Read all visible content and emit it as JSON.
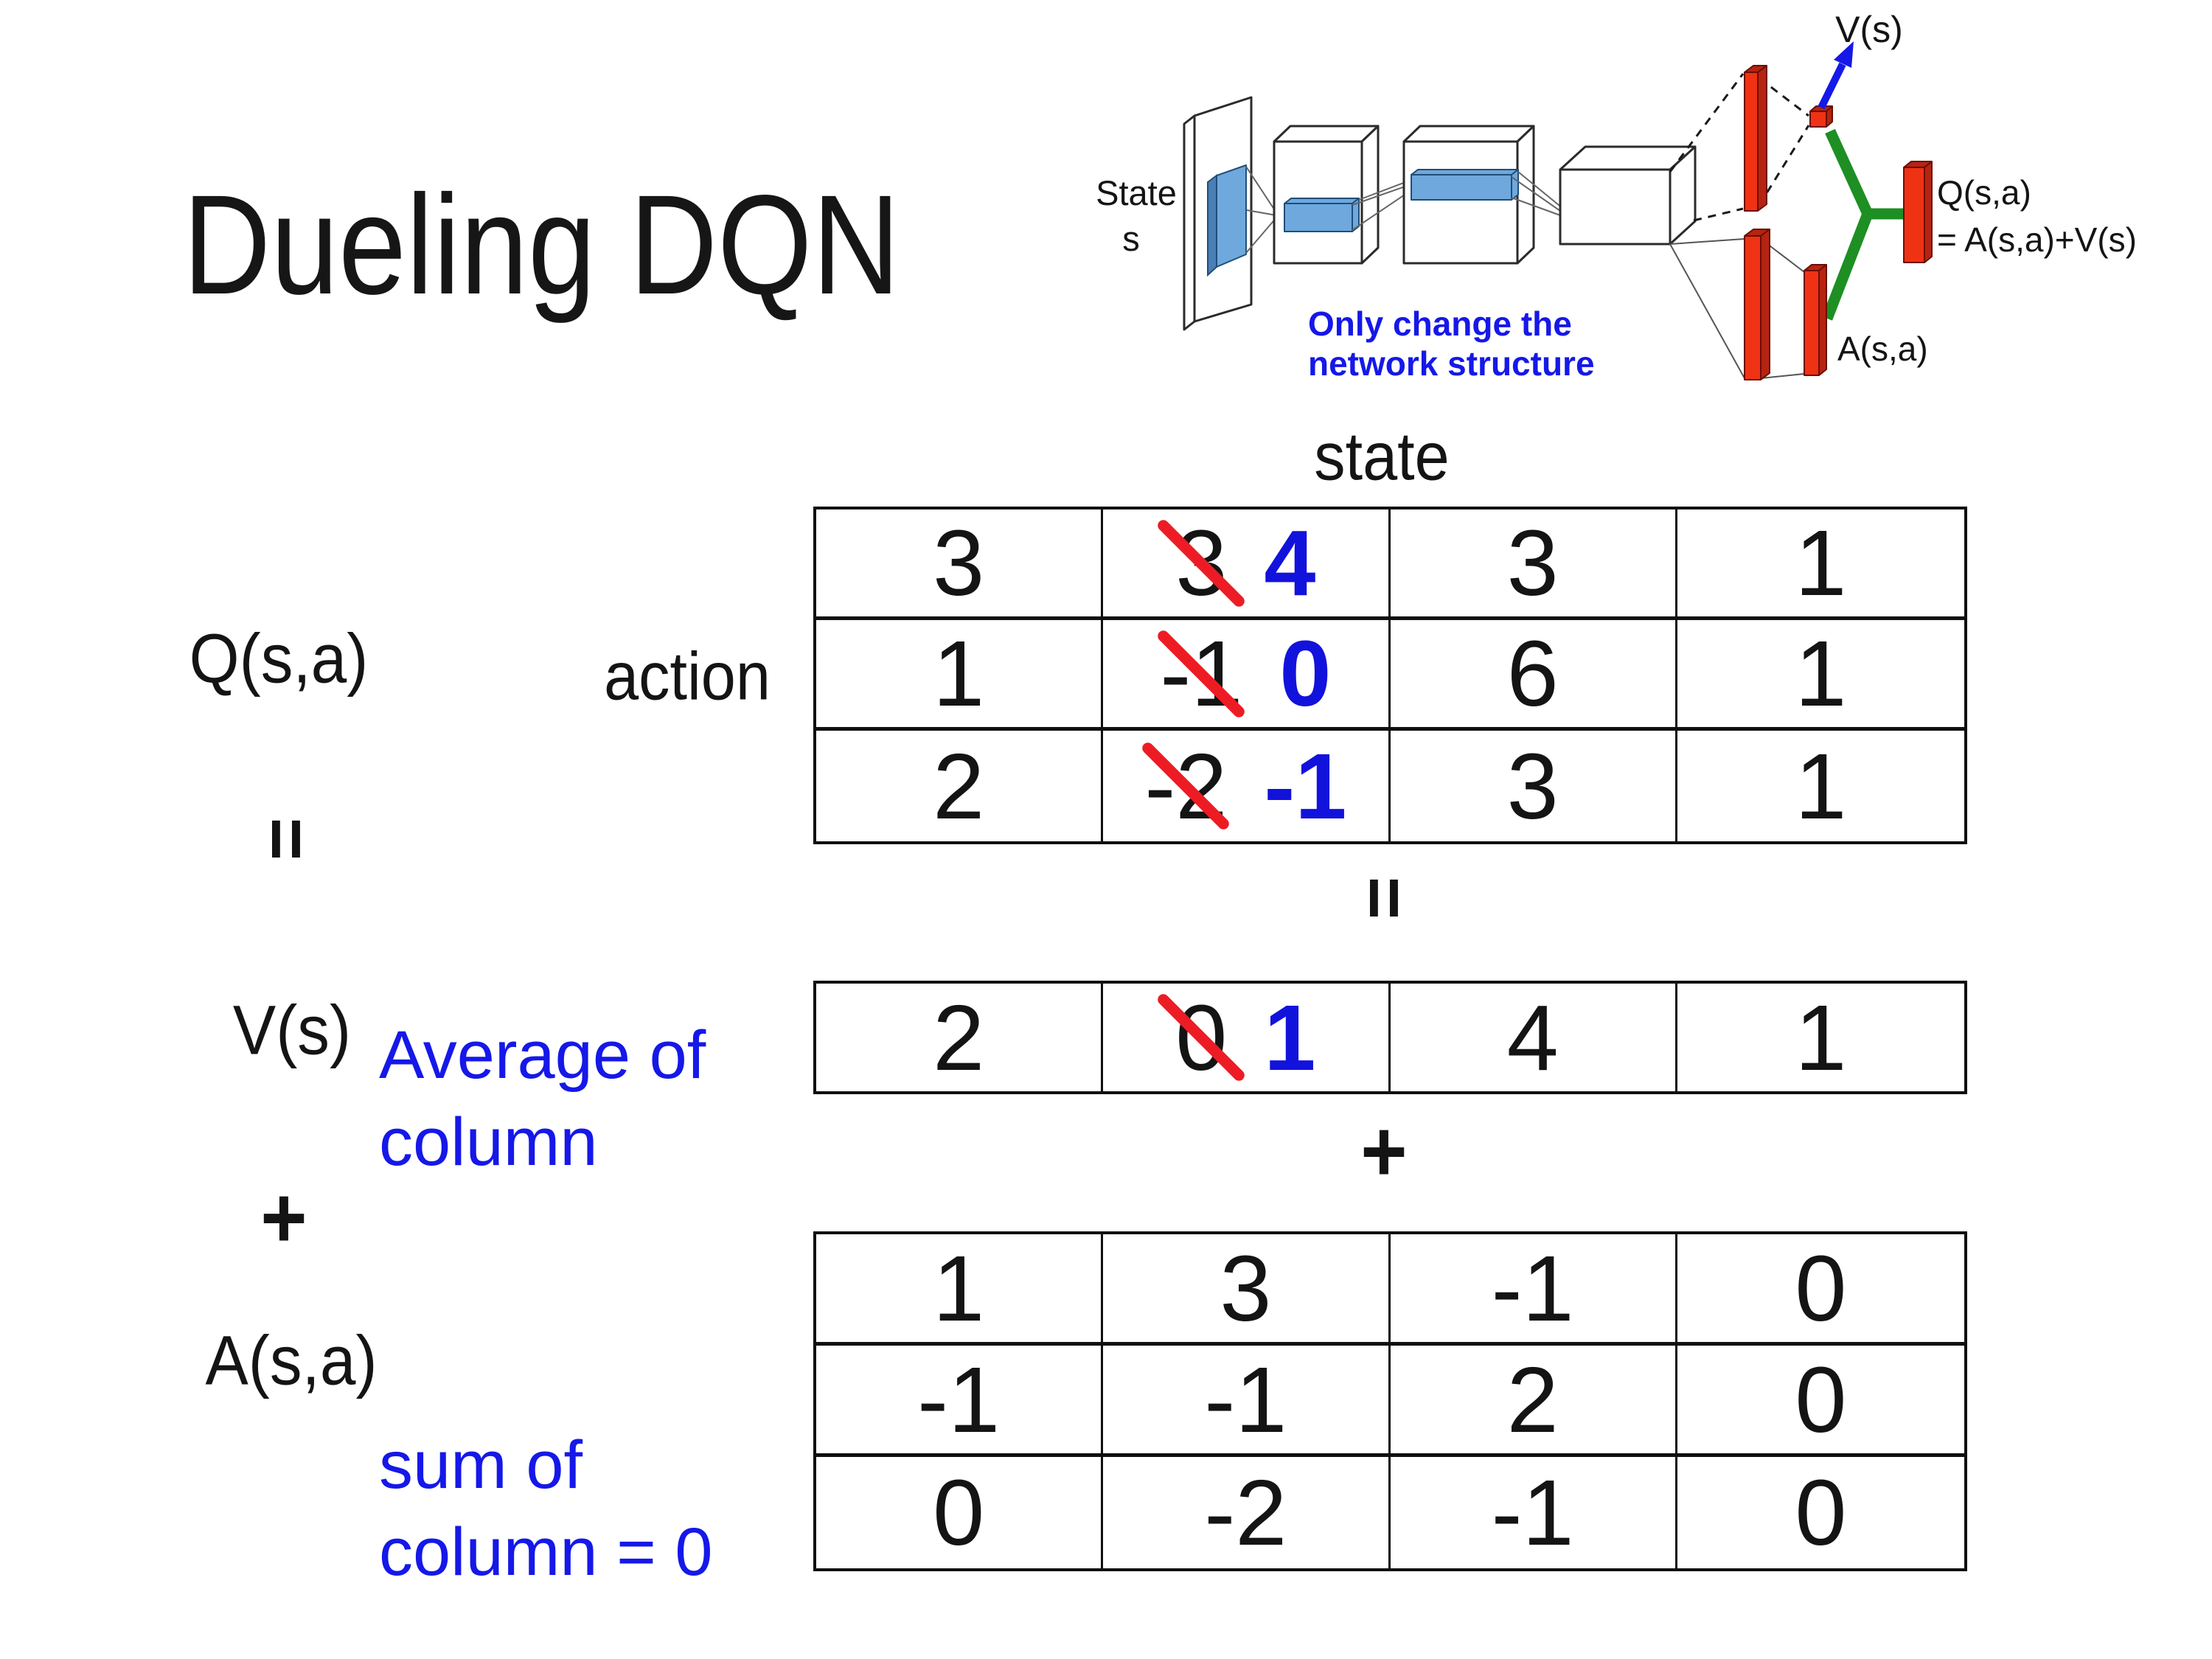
{
  "title": "Dueling DQN",
  "colors": {
    "blue": "#1518e8",
    "number_blue": "#1212dd",
    "strike_red": "#ed1c24",
    "bar_red": "#f03214",
    "green": "#1e8f23",
    "light_blue": "#6fa8dc",
    "ink": "#141414"
  },
  "diagram": {
    "state_word": "State",
    "s_word": "s",
    "note_line1": "Only change the",
    "note_line2": "network structure",
    "v_label": "V(s)",
    "a_label": "A(s,a)",
    "q_line1": "Q(s,a)",
    "q_line2": "= A(s,a)+V(s)"
  },
  "equation": {
    "q_label": "Q(s,a)",
    "equals": "=",
    "v_label": "V(s)",
    "plus": "+",
    "a_label": "A(s,a)",
    "avg_line1": "Average of",
    "avg_line2": "column",
    "sum_line1": "sum of",
    "sum_line2": "column = 0"
  },
  "grid": {
    "state_header": "state",
    "action_header": "action",
    "equals_symbol": "=",
    "plus_symbol": "+",
    "q_table": {
      "rows": [
        [
          {
            "v": "3"
          },
          {
            "old": "3",
            "new": "4"
          },
          {
            "v": "3"
          },
          {
            "v": "1"
          }
        ],
        [
          {
            "v": "1"
          },
          {
            "old": "-1",
            "new": "0"
          },
          {
            "v": "6"
          },
          {
            "v": "1"
          }
        ],
        [
          {
            "v": "2"
          },
          {
            "old": "-2",
            "new": "-1"
          },
          {
            "v": "3"
          },
          {
            "v": "1"
          }
        ]
      ]
    },
    "v_table": {
      "rows": [
        [
          {
            "v": "2"
          },
          {
            "old": "0",
            "new": "1"
          },
          {
            "v": "4"
          },
          {
            "v": "1"
          }
        ]
      ]
    },
    "a_table": {
      "rows": [
        [
          {
            "v": "1"
          },
          {
            "v": "3"
          },
          {
            "v": "-1"
          },
          {
            "v": "0"
          }
        ],
        [
          {
            "v": "-1"
          },
          {
            "v": "-1"
          },
          {
            "v": "2"
          },
          {
            "v": "0"
          }
        ],
        [
          {
            "v": "0"
          },
          {
            "v": "-2"
          },
          {
            "v": "-1"
          },
          {
            "v": "0"
          }
        ]
      ]
    }
  }
}
